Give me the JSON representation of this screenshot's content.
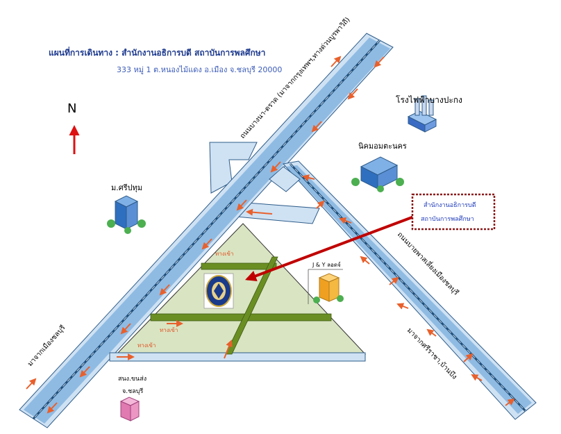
{
  "header": {
    "title": "แผนที่การเดินทาง : สำนักงานอธิการบดี สถาบันการพลศึกษา",
    "address": "333 หมู่ 1 ต.หนองไม้แดง อ.เมือง จ.ชลบุรี  20000"
  },
  "compass": {
    "label": "N"
  },
  "roads": {
    "bangna_trat": "ถนนบางนา-ตราด (มาจากกรุงเทพฯ,ทางด่วนบูรพาวิถี)",
    "from_chonburi": "มาจากเมืองชลบุรี",
    "bypass": "ถนนบายพาสเลี่ยงเมืองชลบุรี",
    "from_sriracha": "มาจากศรีราชา,บ้านบึง"
  },
  "landmarks": {
    "power_plant": "โรงไฟฟ้าบางปะกง",
    "industrial_estate": "นิคมอมตะนคร",
    "sripatum": "ม.ศรีปทุม",
    "jy_lodge": "J & Y ลอดจ์",
    "tax_office_line1": "สนง.ขนส่ง",
    "tax_office_line2": "จ.ชลบุรี"
  },
  "destination": {
    "line1": "สำนักงานอธิการบดี",
    "line2": "สถาบันการพลศึกษา"
  },
  "entrances": [
    "ทางเข้า",
    "ทางเข้า",
    "ทางเข้า"
  ],
  "colors": {
    "road_fill": "#cfe2f3",
    "road_band": "#5b9bd5",
    "road_line": "#1f4e79",
    "arrow": "#e8602c",
    "campus": "#d9e4c2",
    "campus_road": "#6b8e23",
    "pointer": "#c00000",
    "title": "#1f3b8f",
    "address": "#3b5bb8"
  }
}
